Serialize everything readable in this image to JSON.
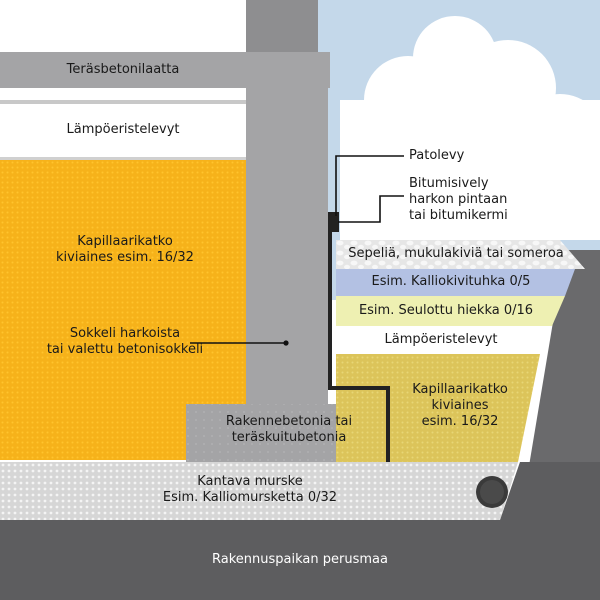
{
  "labels": {
    "slab": "Teräsbetonilaatta",
    "insulation_top": "Lämpöeristelevyt",
    "capillary_left": "Kapillaarikatko\nkiviaines esim. 16/32",
    "plinth": "Sokkeli harkoista\ntai valettu betonisokkeli",
    "footing": "Rakennebetonia tai\nteräskuitubetonia",
    "bearing": "Kantava murske\nEsim. Kalliomursketta 0/32",
    "subsoil": "Rakennuspaikan perusmaa",
    "dimple_board": "Patolevy",
    "bitumen": "Bitumisively\nharkon pintaan\ntai bitumikermi",
    "layer_gravel": "Sepeliä, mukulakiviä tai someroa",
    "layer_rockdust": "Esim. Kalliokivituhka 0/5",
    "layer_sand": "Esim. Seulottu hiekka 0/16",
    "insulation_right": "Lämpöeristelevyt",
    "capillary_right": "Kapillaarikatko\nkiviaines\nesim. 16/32"
  },
  "colors": {
    "sky": "#c4d8ea",
    "cloud": "#ffffff",
    "concrete": "#a4a4a6",
    "concrete_dark": "#8e8e90",
    "gravel_orange": "#f6b21a",
    "gravel_yellow": "#dcc45a",
    "rockdust_blue": "#b3c1e3",
    "sand": "#eef0b2",
    "crushed": "#d9d9d9",
    "subsoil": "#5d5d5f",
    "insulation": "#ffffff",
    "membrane": "#222222"
  }
}
